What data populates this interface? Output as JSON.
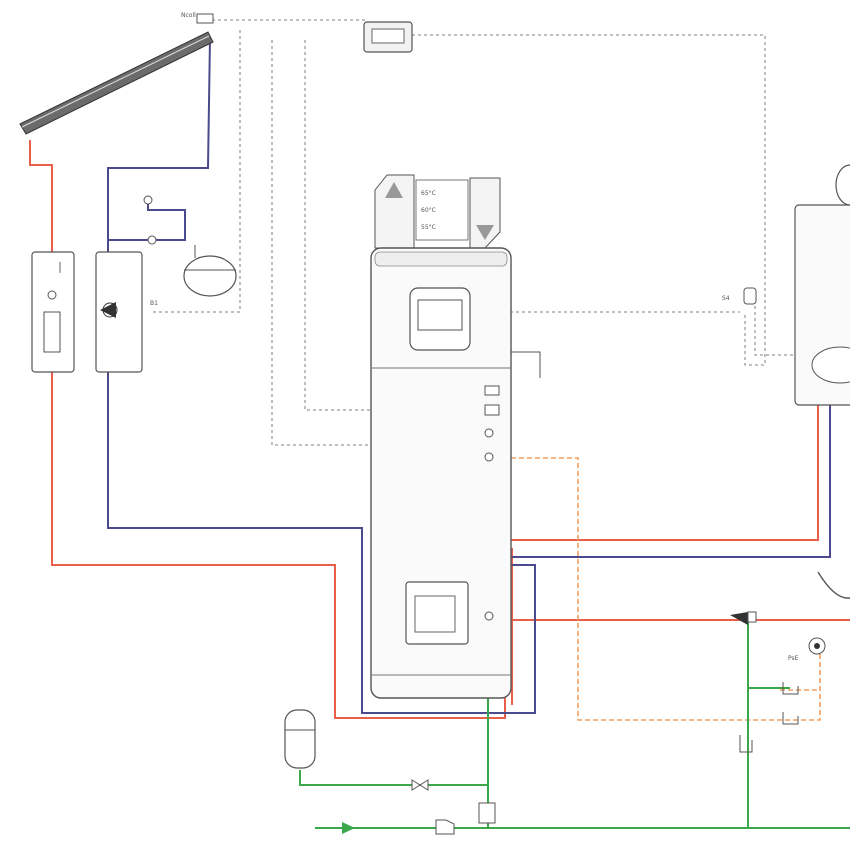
{
  "labels": {
    "collector_sensor": "Ncoll",
    "solar_station_sensor": "B1",
    "boiler_sensor": "S4",
    "filling_tag": "PsE",
    "heater_temps": [
      "65°C",
      "60°C",
      "55°C"
    ]
  },
  "colors": {
    "hot_line": "#e8604c",
    "return_line": "#4a4a8c",
    "cold_line": "#3aa84a",
    "dhw_line": "#f0a060",
    "control_line": "#9a9a9a",
    "equipment_outline": "#555555"
  }
}
